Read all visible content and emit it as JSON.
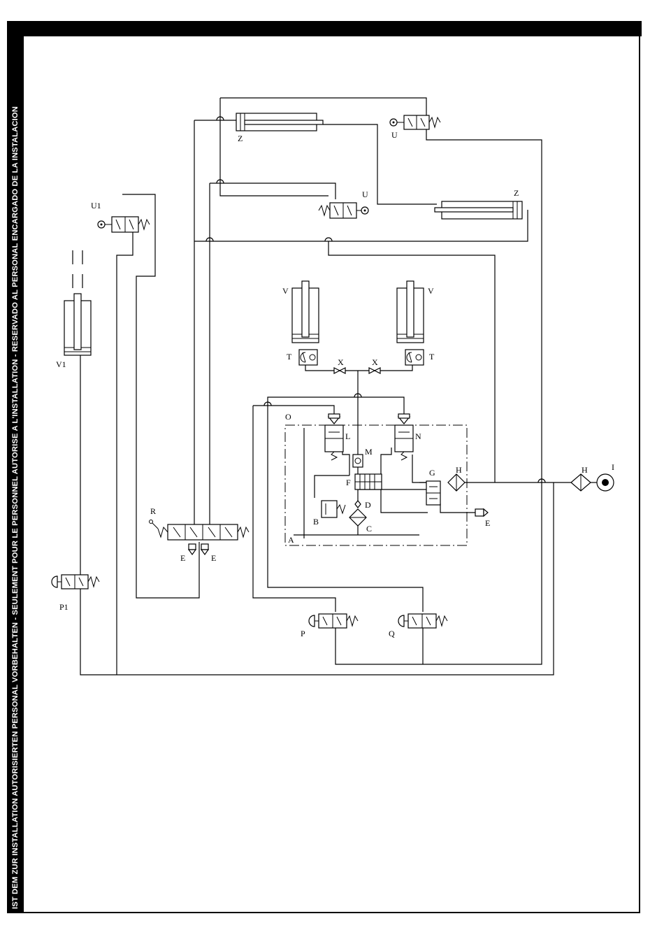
{
  "sidebar_text": "IST DEM ZUR INSTALLATION AUTORISIERTEN PERSONAL VORBEHALTEN - SEULEMENT POUR LE PERSONNEL AUTORISE A L'INSTALLATION - RESERVADO AL PERSONAL ENCARGADO DE LA INSTALACION",
  "labels": {
    "Z_top": "Z",
    "U_top": "U",
    "U_mid": "U",
    "Z_right": "Z",
    "U1": "U1",
    "V1": "V1",
    "V_left": "V",
    "V_right": "V",
    "T_left": "T",
    "T_right": "T",
    "X_left": "X",
    "X_right": "X",
    "O": "O",
    "L": "L",
    "N": "N",
    "M": "M",
    "F": "F",
    "D": "D",
    "G": "G",
    "H_mid": "H",
    "H_right": "H",
    "I": "I",
    "B": "B",
    "C": "C",
    "E_right": "E",
    "A": "A",
    "R": "R",
    "E_left1": "E",
    "E_left2": "E",
    "P1": "P1",
    "P": "P",
    "Q": "Q"
  }
}
